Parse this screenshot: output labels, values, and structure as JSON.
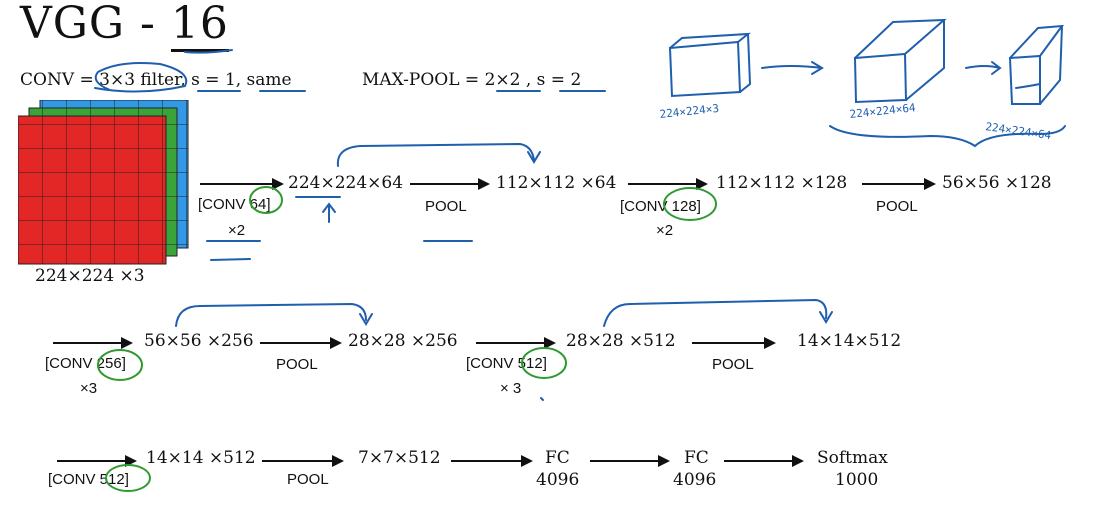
{
  "title": {
    "text": "VGG - ",
    "num": "16"
  },
  "definitions": {
    "conv": "CONV = 3×3 filter, s = 1, same",
    "maxpool": "MAX-POOL = 2×2 , s = 2"
  },
  "input_label": "224×224 ×3",
  "row1": {
    "conv1": "[CONV 64]",
    "conv1_rep": "×2",
    "dim1": "224×224×64",
    "pool1": "POOL",
    "dim2": "112×112 ×64",
    "conv2": "[CONV 128]",
    "conv2_rep": "×2",
    "dim3": "112×112 ×128",
    "pool2": "POOL",
    "dim4": "56×56 ×128"
  },
  "row2": {
    "conv3": "[CONV 256]",
    "conv3_rep": "×3",
    "dim5": "56×56 ×256",
    "pool3": "POOL",
    "dim6": "28×28 ×256",
    "conv4": "[CONV 512]",
    "conv4_rep": "× 3",
    "dim7": "28×28 ×512",
    "pool4": "POOL",
    "dim8": "14×14×512"
  },
  "row3": {
    "conv5": "[CONV 512]",
    "dim9": "14×14 ×512",
    "pool5": "POOL",
    "dim10": "7×7×512",
    "fc1": "FC",
    "fc1_units": "4096",
    "fc2": "FC",
    "fc2_units": "4096",
    "softmax": "Softmax",
    "softmax_units": "1000"
  },
  "sketch_labels": {
    "s1": "224×224×3",
    "s2": "224×224×64",
    "s3": "224×224×64"
  },
  "colors": {
    "red": "#e32626",
    "green": "#3aa33a",
    "blue": "#3399e6",
    "ink_blue": "#1f5fae",
    "ink_green": "#2f9a2f"
  }
}
